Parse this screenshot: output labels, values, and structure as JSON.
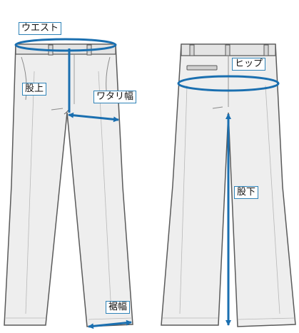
{
  "labels": {
    "waist": "ウエスト",
    "rise": "股上",
    "thigh_width": "ワタリ幅",
    "hem_width": "裾幅",
    "hip": "ヒップ",
    "inseam": "股下"
  },
  "colors": {
    "measure_blue": "#1a6fb0",
    "label_border": "#2f83b8",
    "outline": "#5a5a5a",
    "fabric": "#eeeeee"
  }
}
